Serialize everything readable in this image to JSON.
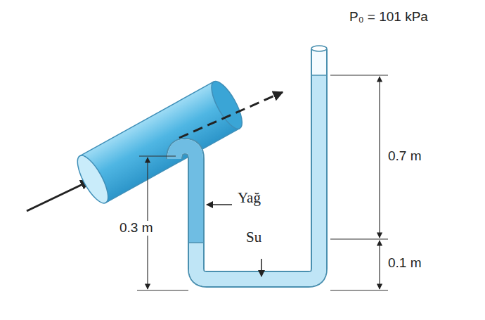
{
  "diagram": {
    "labels": [
      "P₀ = 101 kPa",
      "0.7 m",
      "Yağ",
      "0.3 m",
      "Su",
      "0.1 m"
    ]
  }
}
